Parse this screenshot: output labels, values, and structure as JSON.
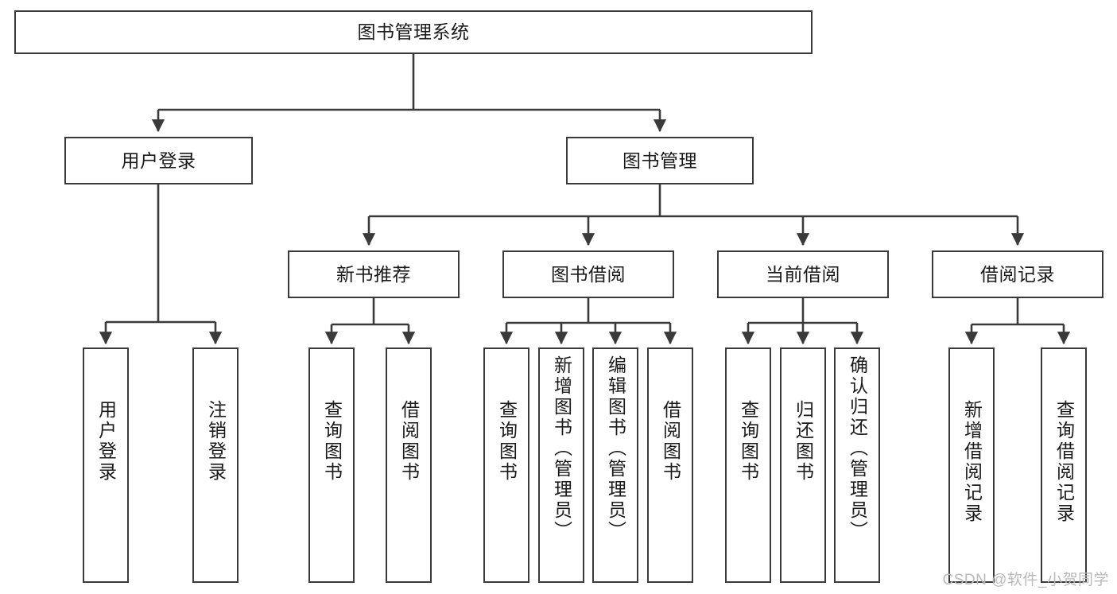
{
  "diagram": {
    "title": "图书管理系统",
    "type": "tree-hierarchy-chart",
    "levels": {
      "root": {
        "label": "图书管理系统"
      },
      "level2": [
        {
          "label": "用户登录"
        },
        {
          "label": "图书管理"
        }
      ],
      "level3": [
        {
          "label": "新书推荐"
        },
        {
          "label": "图书借阅"
        },
        {
          "label": "当前借阅"
        },
        {
          "label": "借阅记录"
        }
      ],
      "level4": [
        {
          "label": "用户登录",
          "parent": "用户登录"
        },
        {
          "label": "注销登录",
          "parent": "用户登录"
        },
        {
          "label": "查询图书",
          "parent": "新书推荐"
        },
        {
          "label": "借阅图书",
          "parent": "新书推荐"
        },
        {
          "label": "查询图书",
          "parent": "图书借阅"
        },
        {
          "label": "新增图书（管理员）",
          "parent": "图书借阅"
        },
        {
          "label": "编辑图书（管理员）",
          "parent": "图书借阅"
        },
        {
          "label": "借阅图书",
          "parent": "图书借阅"
        },
        {
          "label": "查询图书",
          "parent": "当前借阅"
        },
        {
          "label": "归还图书",
          "parent": "当前借阅"
        },
        {
          "label": "确认归还（管理员）",
          "parent": "当前借阅"
        },
        {
          "label": "新增借阅记录",
          "parent": "借阅记录"
        },
        {
          "label": "查询借阅记录",
          "parent": "借阅记录"
        }
      ]
    },
    "colors": {
      "border": "#3a3a3a",
      "background": "#ffffff",
      "text": "#1a1a1a",
      "watermark": "#b9b9b9"
    }
  },
  "watermark": {
    "text": "CSDN @软件_小贺同学"
  }
}
